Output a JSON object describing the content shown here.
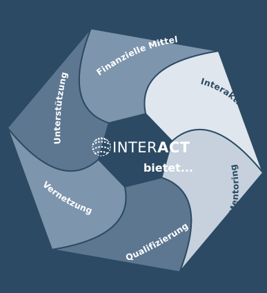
{
  "colors": {
    "background": "#2c4a63",
    "segment_dark": "#5d7791",
    "segment_mid": "#7d95ad",
    "segment_light": "#c6d1dd",
    "segment_pale": "#dfe6ee",
    "label_light": "#ffffff",
    "label_dark": "#2c4a63"
  },
  "segments": [
    {
      "label": "Finanzielle Mittel"
    },
    {
      "label": "Interaktion"
    },
    {
      "label": "Mentoring"
    },
    {
      "label": "Qualifizierung"
    },
    {
      "label": "Vernetzung"
    },
    {
      "label": "Unterstützung"
    }
  ],
  "center": {
    "logo_text_regular": "INTER",
    "logo_text_bold": "ACT",
    "tagline": "bietet..."
  }
}
